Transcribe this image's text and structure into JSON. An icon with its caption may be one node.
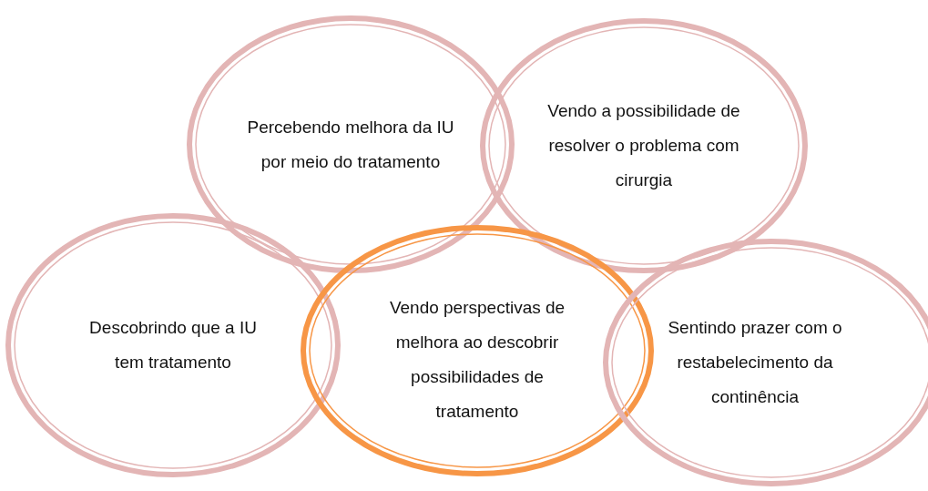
{
  "diagram": {
    "nodes": [
      {
        "text": [
          "Percebendo melhora da IU por meio do tratamento"
        ]
      },
      {
        "text": [
          "Vendo a possibilidade de resolver o problema com cirurgia"
        ]
      },
      {
        "text": [
          "Descobrindo que a IU tem tratamento"
        ]
      },
      {
        "text": [
          "Vendo perspectivas de melhora ao descobrir possibilidades de tratamento"
        ]
      },
      {
        "text": [
          "Sentindo prazer com o restabelecimento da continência"
        ]
      }
    ]
  }
}
